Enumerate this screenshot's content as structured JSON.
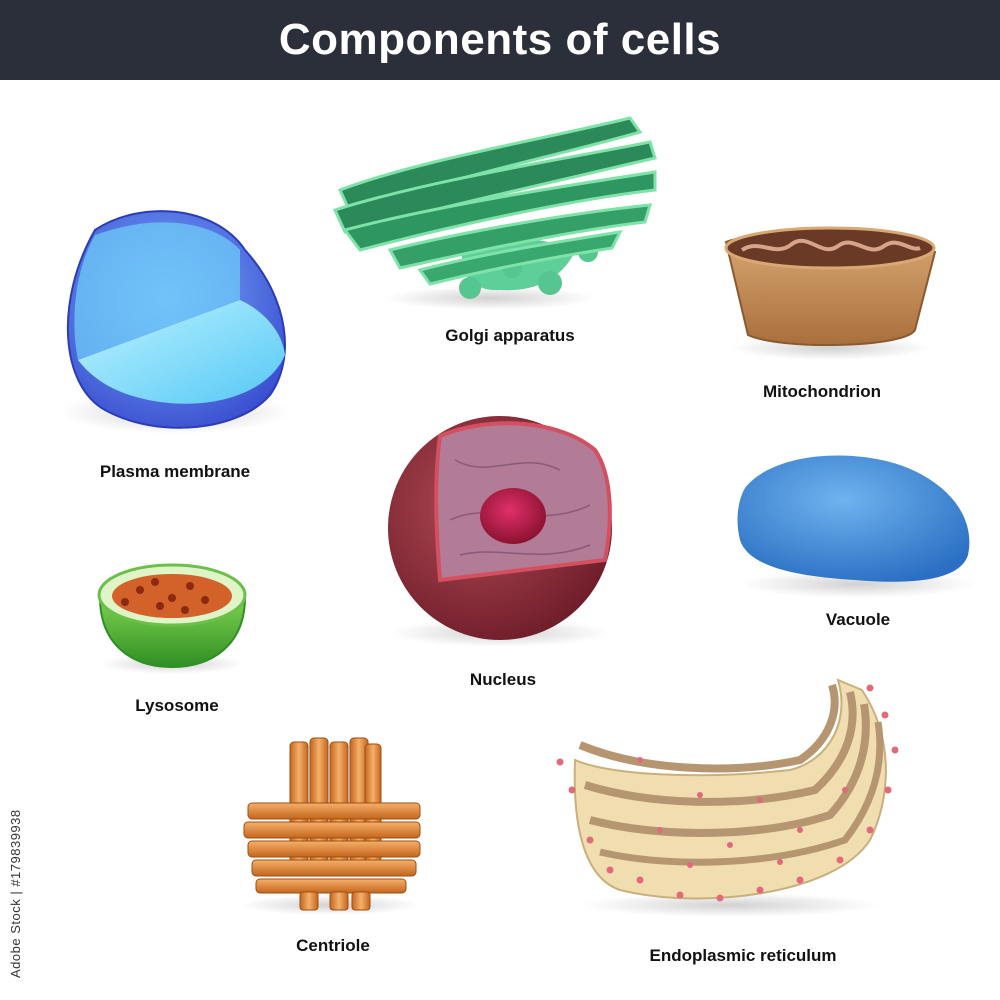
{
  "title": "Components of cells",
  "watermark": "Adobe Stock | #179839938",
  "colors": {
    "header_bg": "#2b2f3a",
    "membrane_blue": "#3a78e0",
    "golgi_green": "#3fae6a",
    "mitochondrion_tan": "#c9905a",
    "nucleus_red": "#8a2a38",
    "vacuole_blue": "#3c8ad6",
    "lysosome_green": "#4fb33a",
    "centriole_orange": "#e08a32",
    "er_cream": "#f1deb0"
  },
  "organelles": [
    {
      "id": "plasma-membrane",
      "label": "Plasma membrane",
      "icon": "plasma-membrane-icon"
    },
    {
      "id": "golgi",
      "label": "Golgi apparatus",
      "icon": "golgi-apparatus-icon"
    },
    {
      "id": "mitochondrion",
      "label": "Mitochondrion",
      "icon": "mitochondrion-icon"
    },
    {
      "id": "nucleus",
      "label": "Nucleus",
      "icon": "nucleus-icon"
    },
    {
      "id": "vacuole",
      "label": "Vacuole",
      "icon": "vacuole-icon"
    },
    {
      "id": "lysosome",
      "label": "Lysosome",
      "icon": "lysosome-icon"
    },
    {
      "id": "centriole",
      "label": "Centriole",
      "icon": "centriole-icon"
    },
    {
      "id": "er",
      "label": "Endoplasmic reticulum",
      "icon": "endoplasmic-reticulum-icon"
    }
  ]
}
